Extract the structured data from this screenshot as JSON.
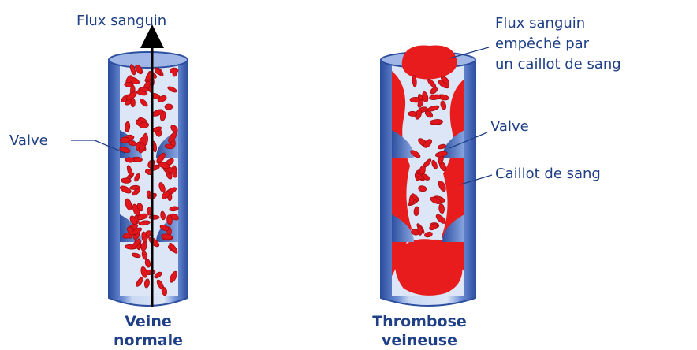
{
  "labels": {
    "flow_normal": "Flux sanguin",
    "valve_left": "Valve",
    "flow_blocked_line1": "Flux sanguin",
    "flow_blocked_line2": "empêché par",
    "flow_blocked_line3": "un caillot de sang",
    "valve_right": "Valve",
    "clot": "Caillot de sang",
    "caption_left_line1": "Veine",
    "caption_left_line2": "normale",
    "caption_right_line1": "Thrombose",
    "caption_right_line2": "veineuse"
  },
  "colors": {
    "vein_dark": "#2d4fa0",
    "vein_mid": "#6f8fd6",
    "vein_light": "#c9d8f2",
    "blood_cell": "#e0161c",
    "clot": "#e81c1c",
    "text": "#1f3f86"
  }
}
